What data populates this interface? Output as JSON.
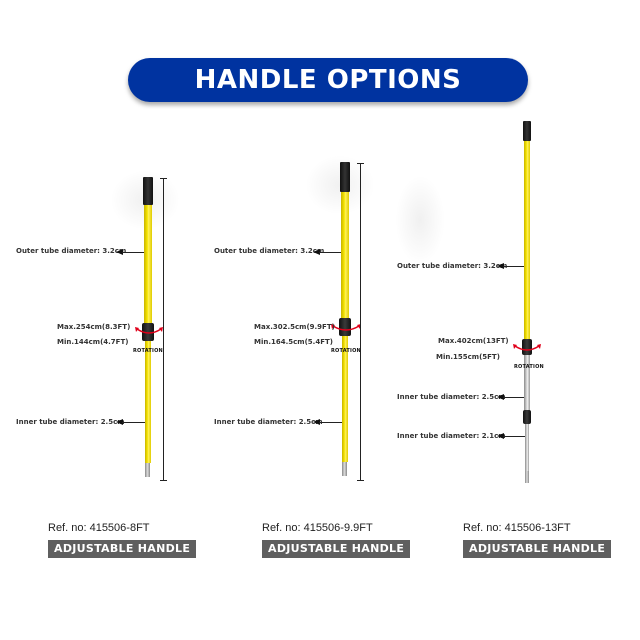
{
  "banner": {
    "title": "HANDLE OPTIONS",
    "color": "#0033a0"
  },
  "products": [
    {
      "ref": "Ref. no: 415506-8FT",
      "tag": "ADJUSTABLE HANDLE",
      "outer": "Outer tube diameter: 3.2cm",
      "max": "Max.254cm(8.3FT)",
      "min": "Min.144cm(4.7FT)",
      "rotation": "ROTATION",
      "inner": "Inner tube diameter: 2.5cm"
    },
    {
      "ref": "Ref. no: 415506-9.9FT",
      "tag": "ADJUSTABLE HANDLE",
      "outer": "Outer tube diameter: 3.2cm",
      "max": "Max.302.5cm(9.9FT)",
      "min": "Min.164.5cm(5.4FT)",
      "rotation": "ROTATION",
      "inner": "Inner tube diameter: 2.5cm"
    },
    {
      "ref": "Ref. no: 415506-13FT",
      "tag": "ADJUSTABLE HANDLE",
      "outer": "Outer tube diameter: 3.2cm",
      "max": "Max.402cm(13FT)",
      "min": "Min.155cm(5FT)",
      "rotation": "ROTATION",
      "inner": "Inner tube diameter: 2.5cm",
      "inner2": "Inner tube diameter: 2.1cm"
    }
  ],
  "colors": {
    "pole": "#f5e400",
    "tag_bg": "#5f5f5f",
    "rotation_arrow": "#e0001a"
  }
}
